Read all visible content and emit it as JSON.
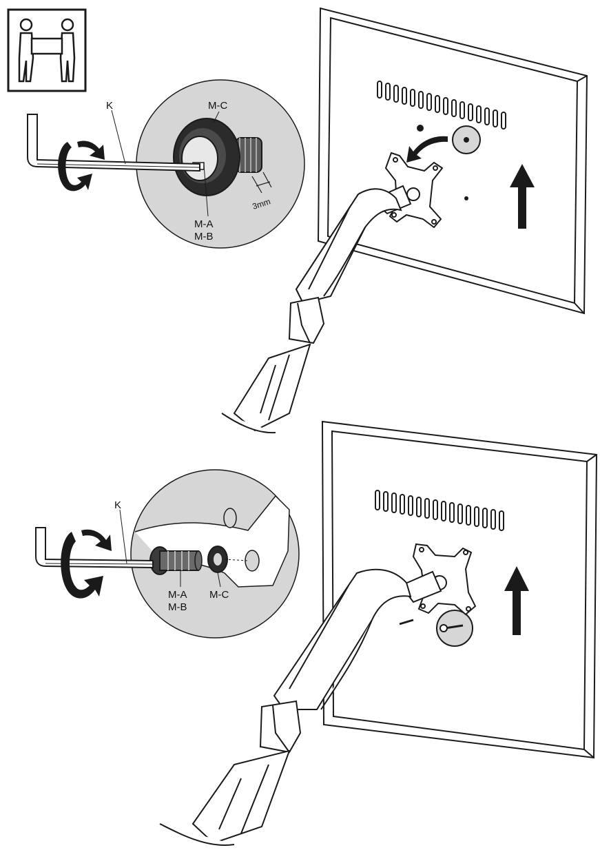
{
  "step1": {
    "label_k": "K",
    "label_mc": "M-C",
    "label_ma": "M-A",
    "label_mb": "M-B",
    "label_3mm": "3mm"
  },
  "step2": {
    "label_k": "K",
    "label_ma": "M-A",
    "label_mb": "M-B",
    "label_mc": "M-C"
  },
  "colors": {
    "line": "#1a1a1a",
    "detail_circle": "#d6d6d6",
    "dark_fill": "#2b2b2b",
    "paper": "#ffffff"
  }
}
